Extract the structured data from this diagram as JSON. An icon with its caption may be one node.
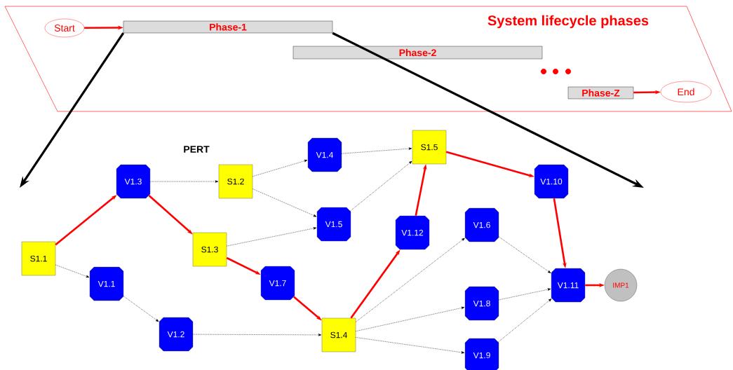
{
  "diagram": {
    "nodes": [
      {
        "text": [
          "System lifecycle phases"
        ]
      },
      {
        "text": [
          "Start"
        ],
        "in": 0
      },
      {
        "text": [
          "Phase-1"
        ],
        "in": 0
      },
      {
        "text": [
          "Phase-2"
        ],
        "in": 0
      },
      {
        "text": [
          "Phase-Z"
        ],
        "in": 0
      },
      {
        "text": [
          "End"
        ],
        "in": 0
      },
      {
        "text": [
          "S1.1"
        ]
      },
      {
        "text": [
          "V1.3"
        ]
      },
      {
        "text": [
          "S1.2"
        ]
      },
      {
        "text": [
          "V1.4"
        ]
      },
      {
        "text": [
          "V1.5"
        ]
      },
      {
        "text": [
          "S1.3"
        ]
      },
      {
        "text": [
          "V1.1"
        ]
      },
      {
        "text": [
          "V1.7"
        ]
      },
      {
        "text": [
          "V1.2"
        ]
      },
      {
        "text": [
          "S1.4"
        ]
      },
      {
        "text": [
          "S1.5"
        ]
      },
      {
        "text": [
          "V1.12"
        ]
      },
      {
        "text": [
          "V1.10"
        ]
      },
      {
        "text": [
          "V1.6"
        ]
      },
      {
        "text": [
          "V1.8"
        ]
      },
      {
        "text": [
          "V1.9"
        ]
      },
      {
        "text": [
          "V1.11"
        ]
      },
      {
        "text": [
          "IMP1"
        ]
      }
    ],
    "edges": [
      {
        "from": 1,
        "to": 2,
        "arrow": "to",
        "style": "thick",
        "color": "#ff0000"
      },
      {
        "from": 4,
        "to": 5,
        "arrow": "to",
        "style": "thick",
        "color": "#ff0000"
      },
      {
        "from": 2,
        "to": null,
        "arrow": "to",
        "style": "thick",
        "color": "#000000"
      },
      {
        "from": 2,
        "to": null,
        "arrow": "to",
        "style": "thick",
        "color": "#000000"
      },
      {
        "from": 6,
        "to": 7,
        "arrow": "to",
        "style": "thick",
        "color": "#ff0000"
      },
      {
        "from": 7,
        "to": 11,
        "arrow": "to",
        "style": "thick",
        "color": "#ff0000"
      },
      {
        "from": 11,
        "to": 13,
        "arrow": "to",
        "style": "thick",
        "color": "#ff0000"
      },
      {
        "from": 13,
        "to": 15,
        "arrow": "to",
        "style": "thick",
        "color": "#ff0000"
      },
      {
        "from": 15,
        "to": 17,
        "arrow": "to",
        "style": "thick",
        "color": "#ff0000"
      },
      {
        "from": 17,
        "to": 16,
        "arrow": "to",
        "style": "thick",
        "color": "#ff0000"
      },
      {
        "from": 16,
        "to": 18,
        "arrow": "to",
        "style": "thick",
        "color": "#ff0000"
      },
      {
        "from": 18,
        "to": 22,
        "arrow": "to",
        "style": "thick",
        "color": "#ff0000"
      },
      {
        "from": 22,
        "to": 23,
        "arrow": "to",
        "style": "thick",
        "color": "#ff0000"
      },
      {
        "from": 7,
        "to": 8,
        "arrow": "to",
        "style": "dashed"
      },
      {
        "from": 8,
        "to": 9,
        "arrow": "to",
        "style": "dashed"
      },
      {
        "from": 8,
        "to": 10,
        "arrow": "to",
        "style": "dashed"
      },
      {
        "from": 11,
        "to": 10,
        "arrow": "to",
        "style": "dashed"
      },
      {
        "from": 9,
        "to": 16,
        "arrow": "to",
        "style": "dashed"
      },
      {
        "from": 10,
        "to": 16,
        "arrow": "to",
        "style": "dashed"
      },
      {
        "from": 6,
        "to": 12,
        "arrow": "to",
        "style": "dashed"
      },
      {
        "from": 12,
        "to": 14,
        "arrow": "to",
        "style": "dashed"
      },
      {
        "from": 14,
        "to": 15,
        "arrow": "to",
        "style": "dashed"
      },
      {
        "from": 15,
        "to": 19,
        "arrow": "to",
        "style": "dashed"
      },
      {
        "from": 15,
        "to": 20,
        "arrow": "to",
        "style": "dashed"
      },
      {
        "from": 15,
        "to": 21,
        "arrow": "to",
        "style": "dashed"
      },
      {
        "from": 19,
        "to": 22,
        "arrow": "to",
        "style": "dashed"
      },
      {
        "from": 20,
        "to": 22,
        "arrow": "to",
        "style": "dashed"
      },
      {
        "from": 21,
        "to": 22,
        "arrow": "to",
        "style": "dashed"
      }
    ],
    "labels": [
      "PERT"
    ]
  }
}
